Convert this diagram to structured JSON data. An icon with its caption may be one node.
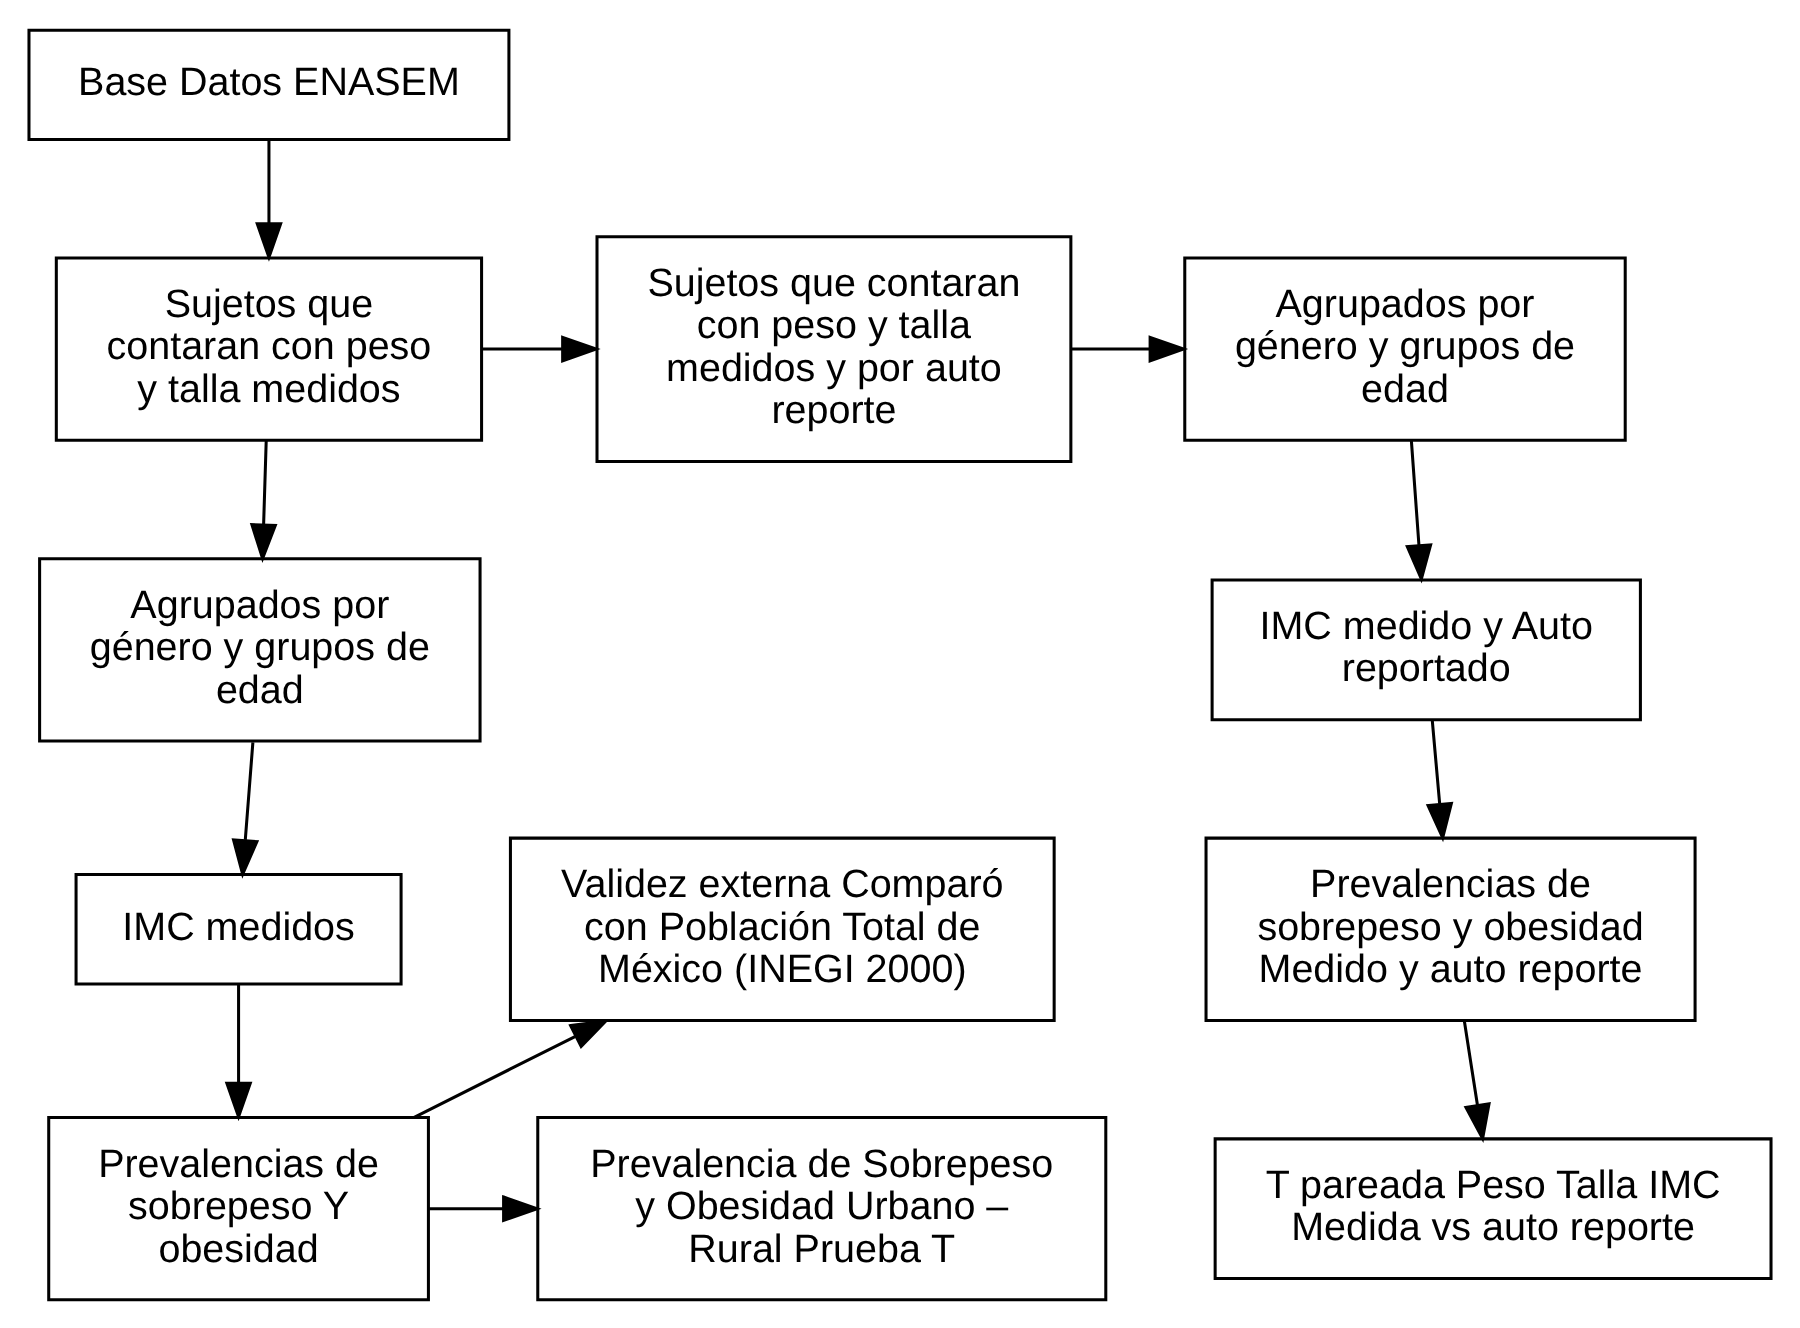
{
  "diagram": {
    "nodes": [
      {
        "text": [
          "Base Datos ENASEM"
        ]
      },
      {
        "text": [
          "Sujetos que contaran con peso y talla medidos"
        ]
      },
      {
        "text": [
          "Sujetos que contaran con peso y talla medidos y por auto reporte"
        ]
      },
      {
        "text": [
          "Agrupados por género y grupos de edad"
        ]
      },
      {
        "text": [
          "Agrupados por género y grupos de edad"
        ]
      },
      {
        "text": [
          "IMC medido y Auto reportado"
        ]
      },
      {
        "text": [
          "IMC medidos"
        ]
      },
      {
        "text": [
          "Validez externa Comparó con Población Total de México (INEGI 2000)"
        ]
      },
      {
        "text": [
          "Prevalencias de sobrepeso y obesidad Medido y auto reporte"
        ]
      },
      {
        "text": [
          "Prevalencias de sobrepeso Y obesidad"
        ]
      },
      {
        "text": [
          "Prevalencia de Sobrepeso y Obesidad Urbano – Rural Prueba T"
        ]
      },
      {
        "text": [
          "T pareada Peso Talla IMC Medida vs auto reporte"
        ]
      }
    ],
    "edges": [
      {
        "from": 0,
        "to": 1,
        "arrow": "to"
      },
      {
        "from": 1,
        "to": 2,
        "arrow": "to"
      },
      {
        "from": 2,
        "to": 3,
        "arrow": "to"
      },
      {
        "from": 1,
        "to": 4,
        "arrow": "to"
      },
      {
        "from": 4,
        "to": 6,
        "arrow": "to"
      },
      {
        "from": 6,
        "to": 9,
        "arrow": "to"
      },
      {
        "from": 9,
        "to": 7,
        "arrow": "to"
      },
      {
        "from": 9,
        "to": 10,
        "arrow": "to"
      },
      {
        "from": 3,
        "to": 5,
        "arrow": "to"
      },
      {
        "from": 5,
        "to": 8,
        "arrow": "to"
      },
      {
        "from": 8,
        "to": 11,
        "arrow": "to"
      }
    ]
  }
}
